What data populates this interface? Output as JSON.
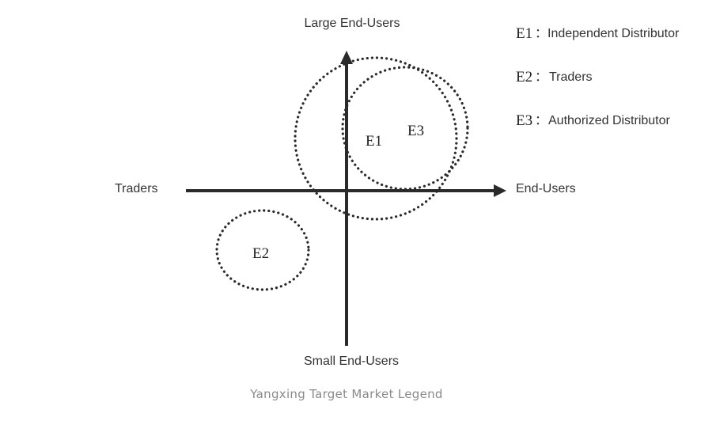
{
  "axes": {
    "top_label": "Large End-Users",
    "bottom_label": "Small End-Users",
    "left_label": "Traders",
    "right_label": "End-Users"
  },
  "regions": {
    "e1": "E1",
    "e2": "E2",
    "e3": "E3"
  },
  "legend": {
    "items": [
      {
        "key": "E1",
        "separator": "：",
        "text": "Independent Distributor"
      },
      {
        "key": "E2",
        "separator": "：",
        "text": "Traders"
      },
      {
        "key": "E3",
        "separator": "：",
        "text": "Authorized Distributor"
      }
    ]
  },
  "caption": "Yangxing Target Market Legend",
  "colors": {
    "line": "#2a2a2a",
    "text": "#333333",
    "caption": "#8a8a8a",
    "background": "#ffffff"
  }
}
